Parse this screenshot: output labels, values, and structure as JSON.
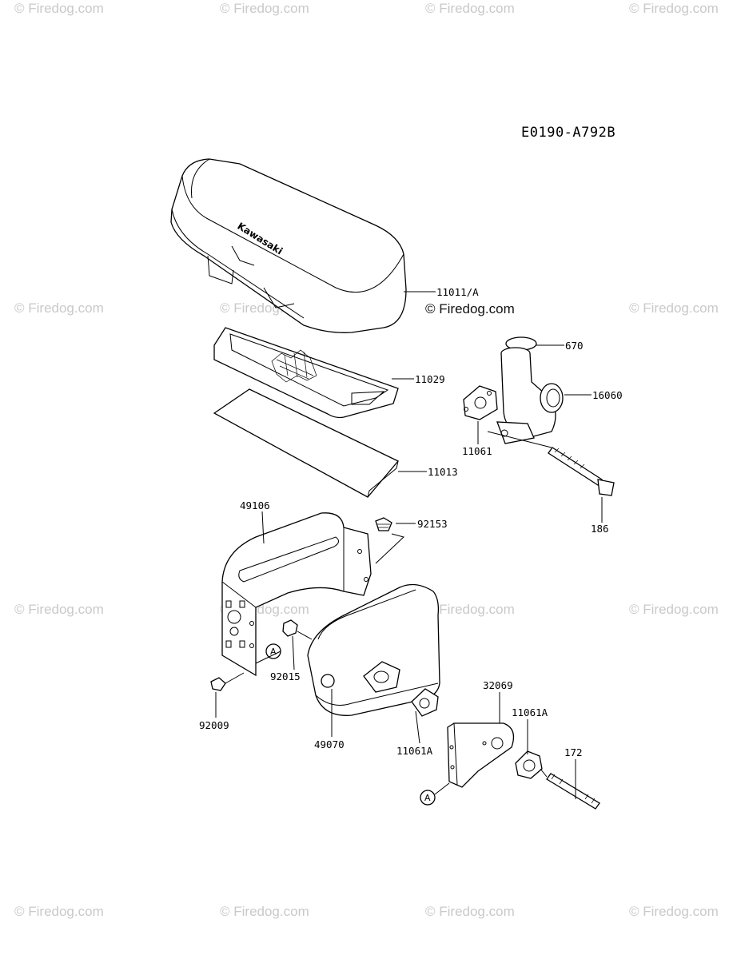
{
  "diagram_code": "E0190-A792B",
  "brand_mark": "Kawasaki",
  "watermark_text": "© Firedog.com",
  "ref_marker": "A",
  "parts": [
    {
      "id": "p-11011a",
      "label": "11011/A"
    },
    {
      "id": "p-670",
      "label": "670"
    },
    {
      "id": "p-11029",
      "label": "11029"
    },
    {
      "id": "p-16060",
      "label": "16060"
    },
    {
      "id": "p-11061",
      "label": "11061"
    },
    {
      "id": "p-11013",
      "label": "11013"
    },
    {
      "id": "p-186",
      "label": "186"
    },
    {
      "id": "p-49106",
      "label": "49106"
    },
    {
      "id": "p-92153",
      "label": "92153"
    },
    {
      "id": "p-92015",
      "label": "92015"
    },
    {
      "id": "p-92009",
      "label": "92009"
    },
    {
      "id": "p-49070",
      "label": "49070"
    },
    {
      "id": "p-32069",
      "label": "32069"
    },
    {
      "id": "p-11061a-1",
      "label": "11061A"
    },
    {
      "id": "p-11061a-2",
      "label": "11061A"
    },
    {
      "id": "p-172",
      "label": "172"
    }
  ]
}
